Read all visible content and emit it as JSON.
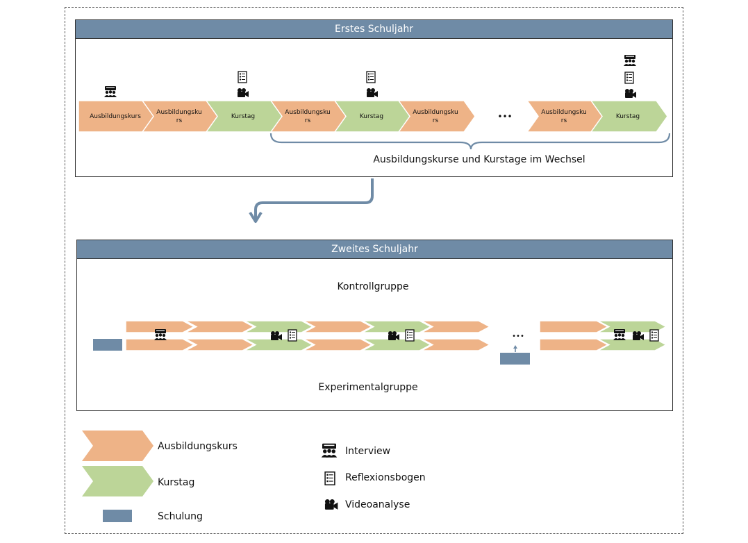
{
  "year1": {
    "title": "Erstes Schuljahr",
    "chevrons": [
      {
        "type": "ausbildung",
        "line1": "Ausbildungskurs",
        "line2": ""
      },
      {
        "type": "ausbildung",
        "line1": "Ausbildungsku",
        "line2": "rs"
      },
      {
        "type": "kurstag",
        "line1": "Kurstag",
        "line2": ""
      },
      {
        "type": "ausbildung",
        "line1": "Ausbildungsku",
        "line2": "rs"
      },
      {
        "type": "kurstag",
        "line1": "Kurstag",
        "line2": ""
      },
      {
        "type": "ausbildung",
        "line1": "Ausbildungsku",
        "line2": "rs"
      },
      {
        "type": "ausbildung",
        "line1": "Ausbildungsku",
        "line2": "rs"
      },
      {
        "type": "kurstag",
        "line1": "Kurstag",
        "line2": ""
      }
    ],
    "ellipsis": "•••",
    "brace_label": "Ausbildungskurse und Kurstage im Wechsel"
  },
  "year2": {
    "title": "Zweites Schuljahr",
    "control_label": "Kontrollgruppe",
    "experimental_label": "Experimentalgruppe",
    "ellipsis": "•••"
  },
  "legend": {
    "ausbildung": "Ausbildungskurs",
    "kurstag": "Kurstag",
    "schulung": "Schulung",
    "interview": "Interview",
    "reflexion": "Reflexionsbogen",
    "video": "Videoanalyse"
  },
  "colors": {
    "ausbildung": "#eeb387",
    "kurstag": "#bcd598",
    "schulung": "#6f8ba6",
    "header": "#6f8ba6",
    "arrow": "#6f8ba6"
  },
  "icons": [
    "interview-icon",
    "reflexionsbogen-icon",
    "videoanalyse-icon"
  ]
}
